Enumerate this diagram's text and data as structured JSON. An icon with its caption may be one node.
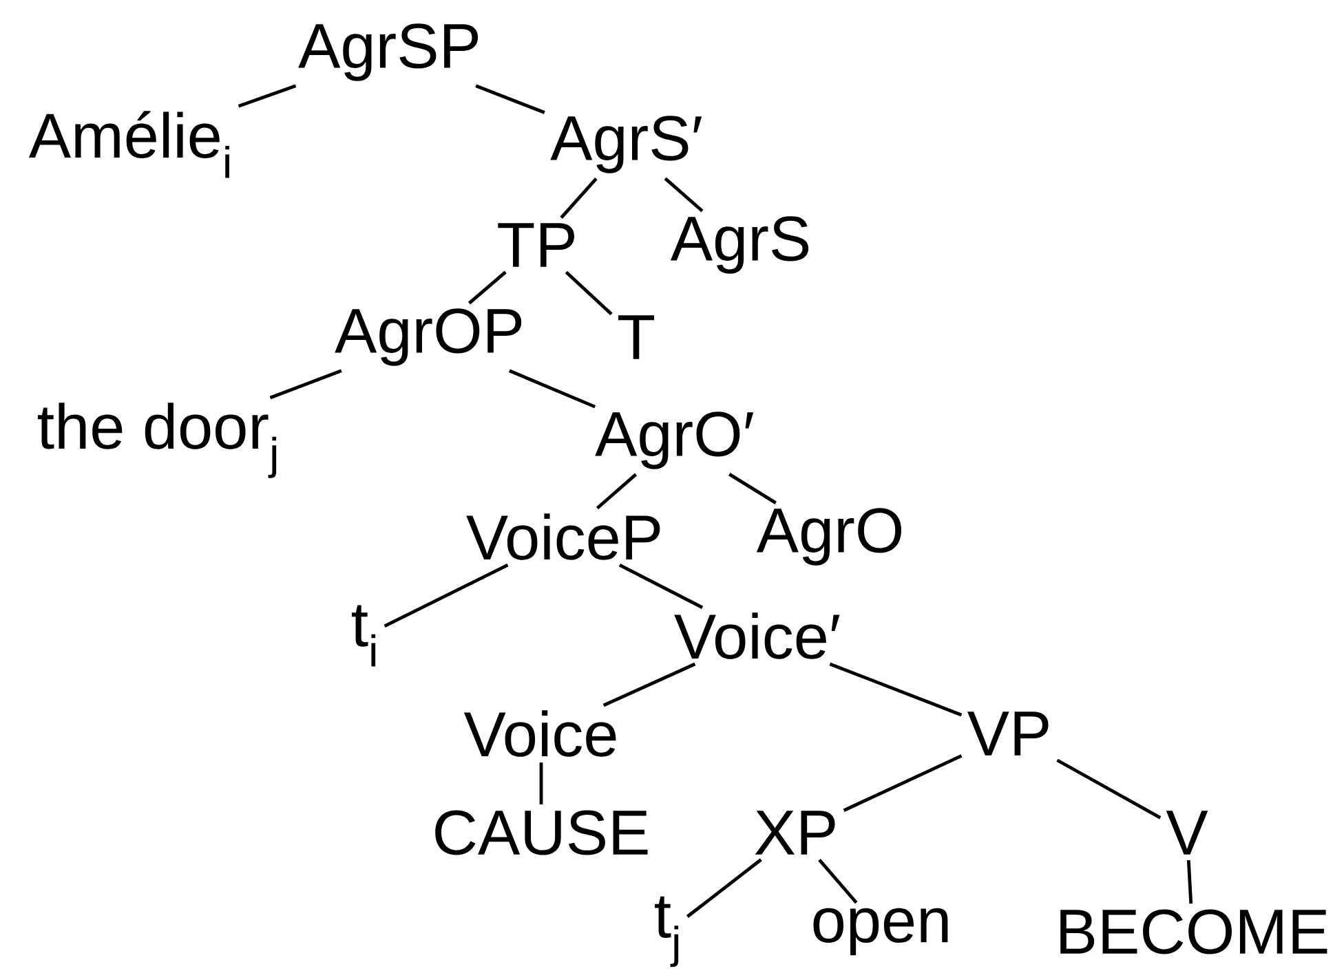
{
  "diagram": {
    "nodes": [
      {
        "text": [
          "AgrSP"
        ]
      },
      {
        "text": [
          "Amélie$_{i}$"
        ]
      },
      {
        "text": [
          "AgrS′"
        ]
      },
      {
        "text": [
          "TP"
        ]
      },
      {
        "text": [
          "AgrS"
        ]
      },
      {
        "text": [
          "AgrOP"
        ]
      },
      {
        "text": [
          "T"
        ]
      },
      {
        "text": [
          "the door$_{j}$"
        ]
      },
      {
        "text": [
          "AgrO′"
        ]
      },
      {
        "text": [
          "VoiceP"
        ]
      },
      {
        "text": [
          "AgrO"
        ]
      },
      {
        "text": [
          "t$_{i}$"
        ]
      },
      {
        "text": [
          "Voice′"
        ]
      },
      {
        "text": [
          "Voice"
        ]
      },
      {
        "text": [
          "VP"
        ]
      },
      {
        "text": [
          "CAUSE"
        ]
      },
      {
        "text": [
          "XP"
        ]
      },
      {
        "text": [
          "V"
        ]
      },
      {
        "text": [
          "t$_{j}$"
        ]
      },
      {
        "text": [
          "open"
        ]
      },
      {
        "text": [
          "BECOME"
        ]
      }
    ],
    "edges": [
      {
        "from": 0,
        "to": 1,
        "arrow": "none"
      },
      {
        "from": 0,
        "to": 2,
        "arrow": "none"
      },
      {
        "from": 2,
        "to": 3,
        "arrow": "none"
      },
      {
        "from": 2,
        "to": 4,
        "arrow": "none"
      },
      {
        "from": 3,
        "to": 5,
        "arrow": "none"
      },
      {
        "from": 3,
        "to": 6,
        "arrow": "none"
      },
      {
        "from": 5,
        "to": 7,
        "arrow": "none"
      },
      {
        "from": 5,
        "to": 8,
        "arrow": "none"
      },
      {
        "from": 8,
        "to": 9,
        "arrow": "none"
      },
      {
        "from": 8,
        "to": 10,
        "arrow": "none"
      },
      {
        "from": 9,
        "to": 11,
        "arrow": "none"
      },
      {
        "from": 9,
        "to": 12,
        "arrow": "none"
      },
      {
        "from": 12,
        "to": 13,
        "arrow": "none"
      },
      {
        "from": 12,
        "to": 14,
        "arrow": "none"
      },
      {
        "from": 13,
        "to": 15,
        "arrow": "none"
      },
      {
        "from": 14,
        "to": 16,
        "arrow": "none"
      },
      {
        "from": 14,
        "to": 17,
        "arrow": "none"
      },
      {
        "from": 16,
        "to": 18,
        "arrow": "none"
      },
      {
        "from": 16,
        "to": 19,
        "arrow": "none"
      },
      {
        "from": 17,
        "to": 20,
        "arrow": "none"
      }
    ]
  }
}
